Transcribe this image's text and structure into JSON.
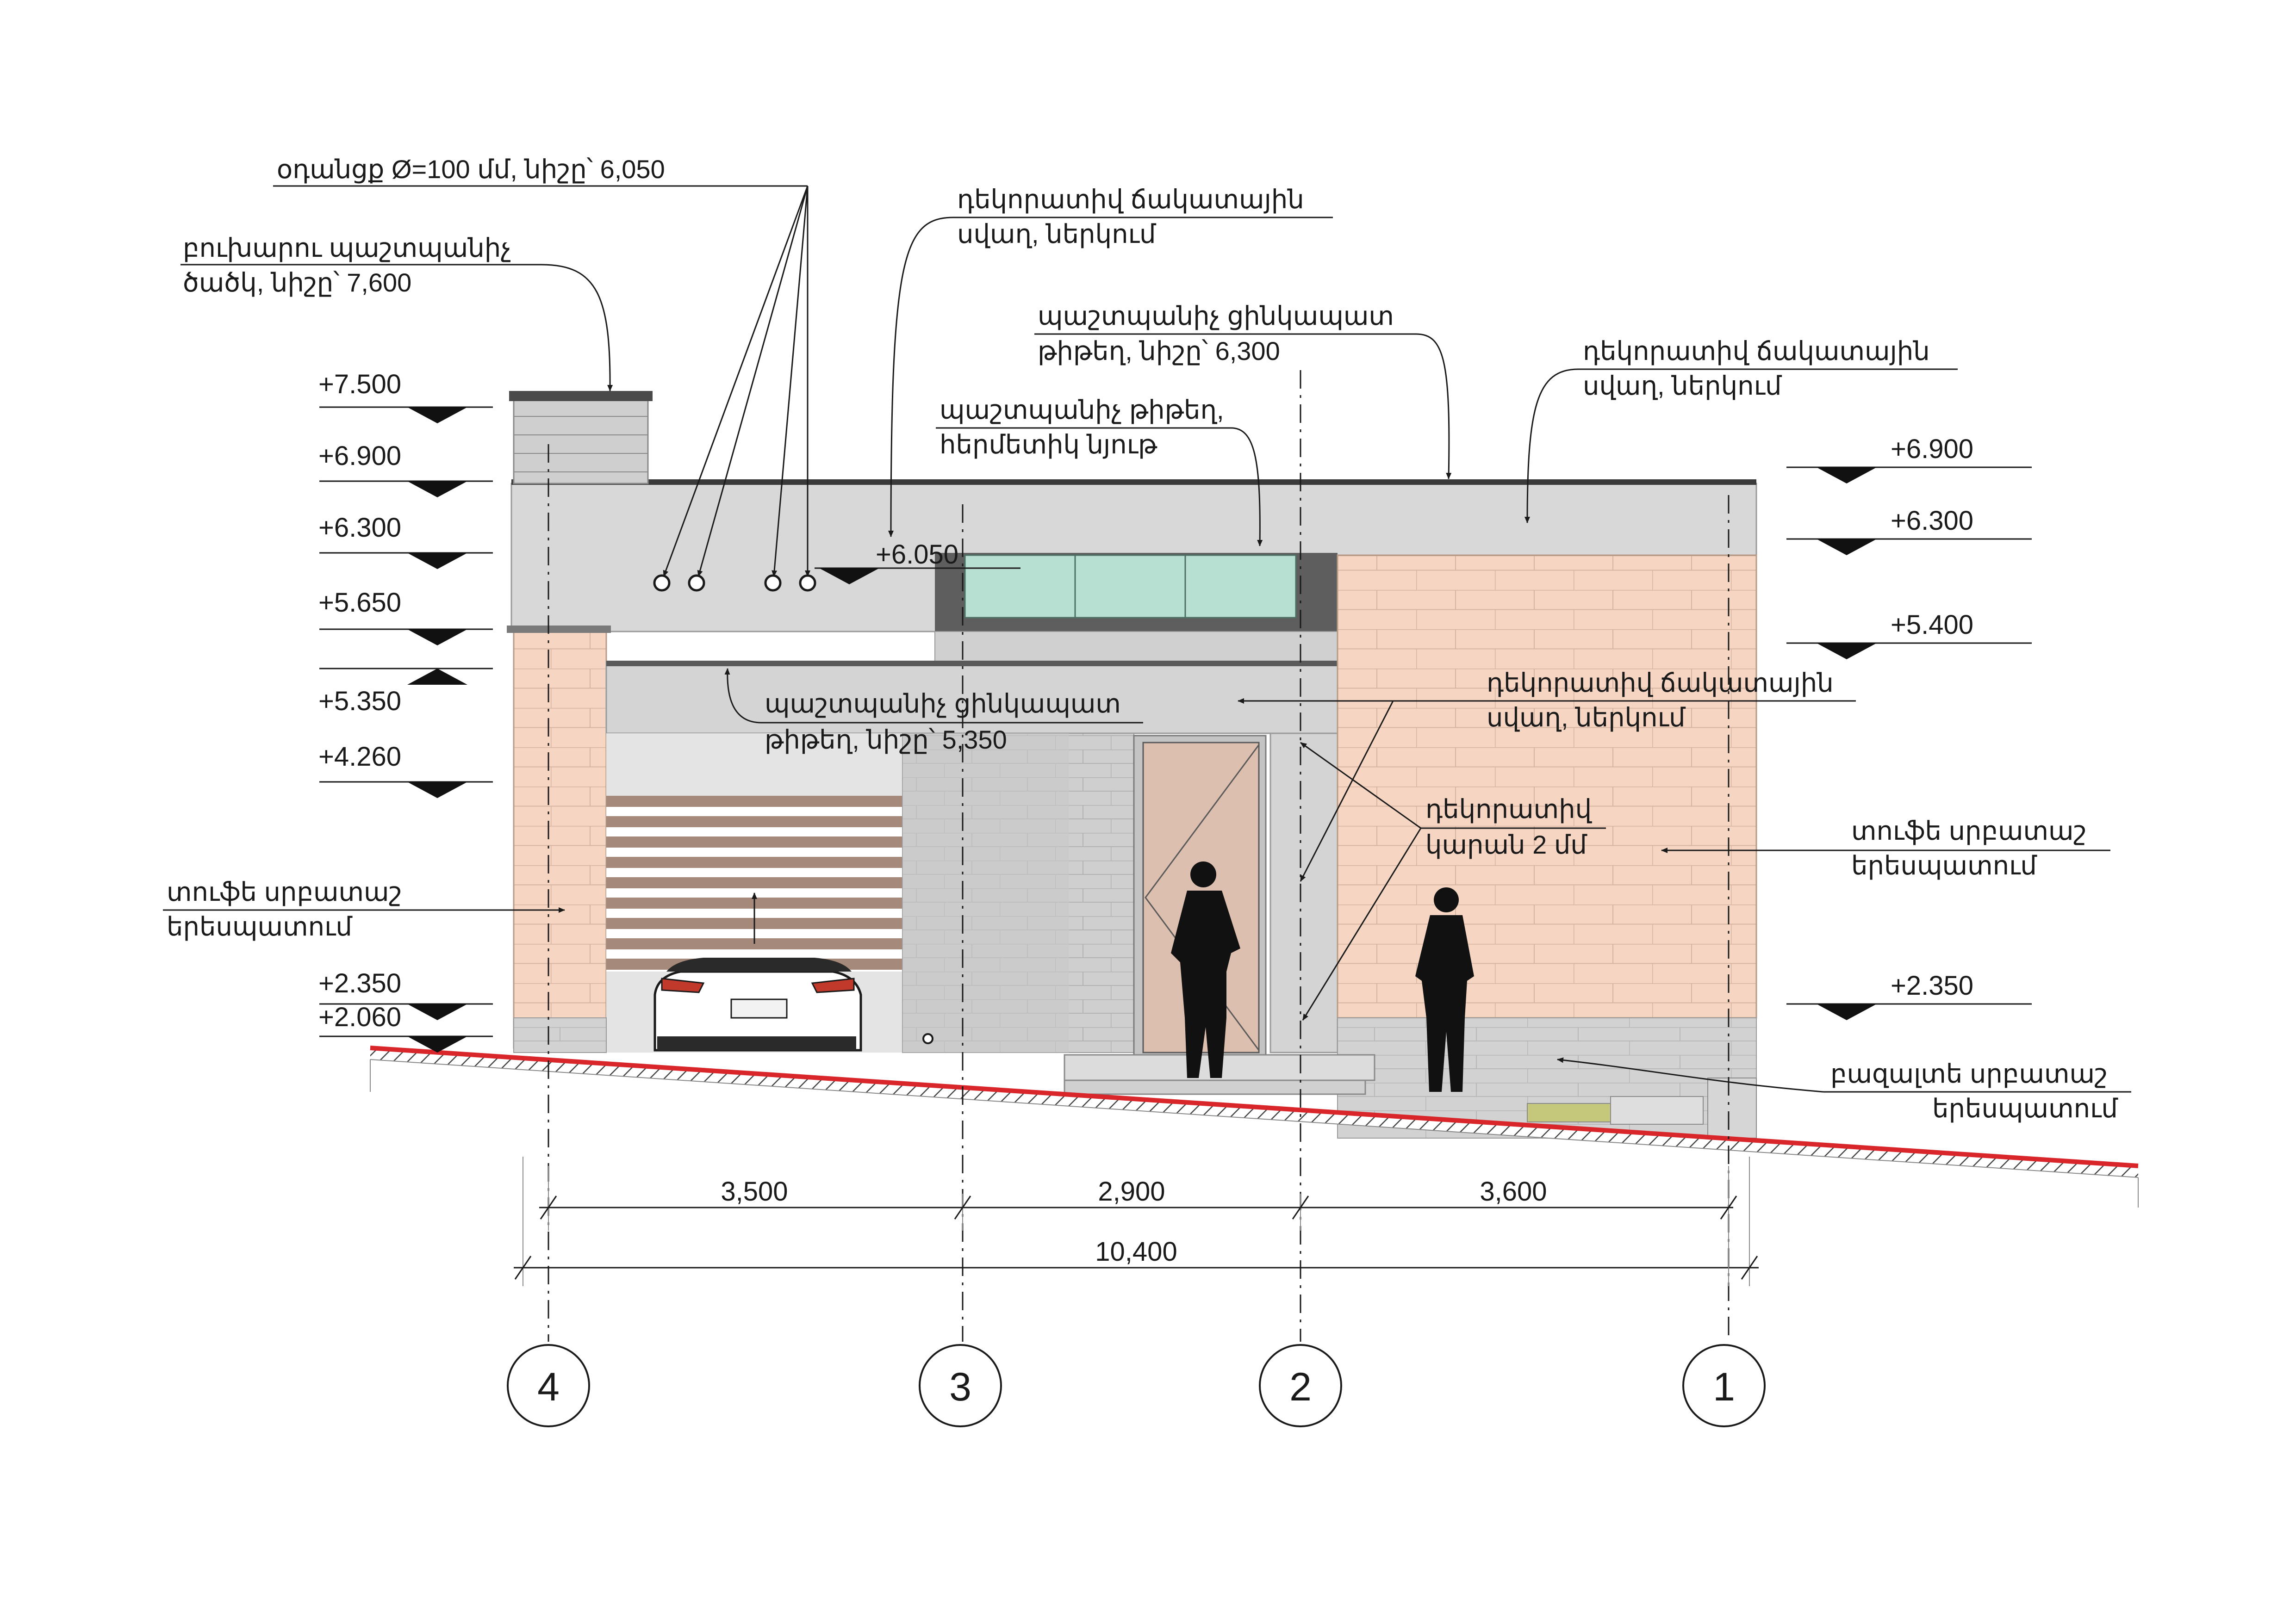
{
  "colors": {
    "wall_light": "#d8d8d8",
    "wall_mid": "#cbcbcb",
    "wall_dark": "#bdbdbd",
    "brick_fill": "#f6d6c3",
    "glass": "#b8e0d2",
    "door": "#dcbfae",
    "garage_door": "#a5897a",
    "ground_line": "#d8262a",
    "ink": "#1a1a1a"
  },
  "annotations": {
    "vent_label": "օդանցք Ø=100 մմ, նիշը՝ 6,050",
    "chimney_line1": "բուխարու պաշտպանիչ",
    "chimney_line2": "ծածկ, նիշը՝ 7,600",
    "deco_stone_a_line1": "դեկորատիվ ճակատային",
    "deco_stone_a_line2": "սվաղ, ներկում",
    "zinc_sheet_top_line1": "պաշտպանիչ ցինկապատ",
    "zinc_sheet_top_line2": "թիթեղ, նիշը՝ 6,300",
    "deco_stone_b_line1": "դեկորատիվ ճակատային",
    "deco_stone_b_line2": "սվաղ, ներկում",
    "protective_sheet_line1": "պաշտպանիչ թիթեղ,",
    "protective_sheet_line2": "հերմետիկ նյութ",
    "zinc_sheet_mid_line1": "պաշտպանիչ ցինկապատ",
    "zinc_sheet_mid_line2": "թիթեղ, նիշը՝ 5,350",
    "deco_stone_c_line1": "դեկորատիվ ճակատային",
    "deco_stone_c_line2": "սվաղ, ներկում",
    "deco_grooves_line1": "դեկորատիվ",
    "deco_grooves_line2": "կարան 2 մմ",
    "tuff_left_line1": "տուֆե սրբատաշ",
    "tuff_left_line2": "երեսպատում",
    "tuff_right_line1": "տուֆե սրբատաշ",
    "tuff_right_line2": "երեսպատում",
    "basalt_line1": "բազալտե սրբատաշ",
    "basalt_line2": "երեսպատում"
  },
  "levels_left": [
    "+7.500",
    "+6.900",
    "+6.300",
    "+5.650",
    "+5.350",
    "+4.260",
    "+2.350",
    "+2.060"
  ],
  "levels_right": [
    "+6.900",
    "+6.300",
    "+5.400",
    "+2.350"
  ],
  "level_vent": "+6.050",
  "dimensions": {
    "span_4_3": "3,500",
    "span_3_2": "2,900",
    "span_2_1": "3,600",
    "total": "10,400"
  },
  "axes": [
    "4",
    "3",
    "2",
    "1"
  ]
}
